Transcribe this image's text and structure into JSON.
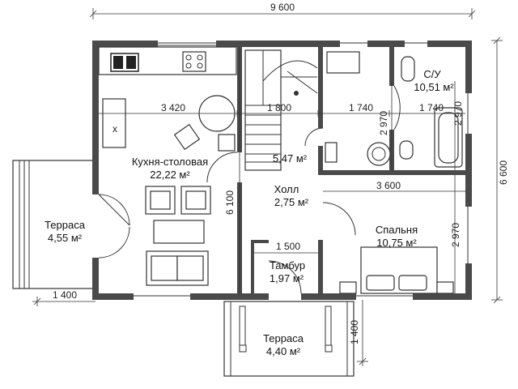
{
  "dimensions": {
    "overall_width": "9 600",
    "overall_depth": "6 600",
    "kitchen_span": "3 420",
    "stair_span": "1 800",
    "mid_span": "1 740",
    "bath_span": "1 740",
    "height_2970_top": "2 970",
    "height_2970_bath": "2 970",
    "hall_depth": "6 100",
    "bedroom_width": "3 600",
    "bedroom_depth": "2 970",
    "vestibule_width": "1 500",
    "terrace_left_width": "1 400",
    "terrace_front_depth": "1 400"
  },
  "rooms": {
    "kitchen": {
      "name": "Кухня-столовая",
      "area": "22,22 м²"
    },
    "bathroom": {
      "name": "С/У",
      "area": "10,51 м²"
    },
    "stair": {
      "area": "5,47 м²"
    },
    "hall": {
      "name": "Холл",
      "area": "2,75 м²"
    },
    "bedroom": {
      "name": "Спальня",
      "area": "10,75 м²"
    },
    "vestibule": {
      "name": "Тамбур",
      "area": "1,97 м²"
    },
    "terrace_left": {
      "name": "Терраса",
      "area": "4,55 м²"
    },
    "terrace_front": {
      "name": "Терраса",
      "area": "4,40 м²"
    }
  }
}
